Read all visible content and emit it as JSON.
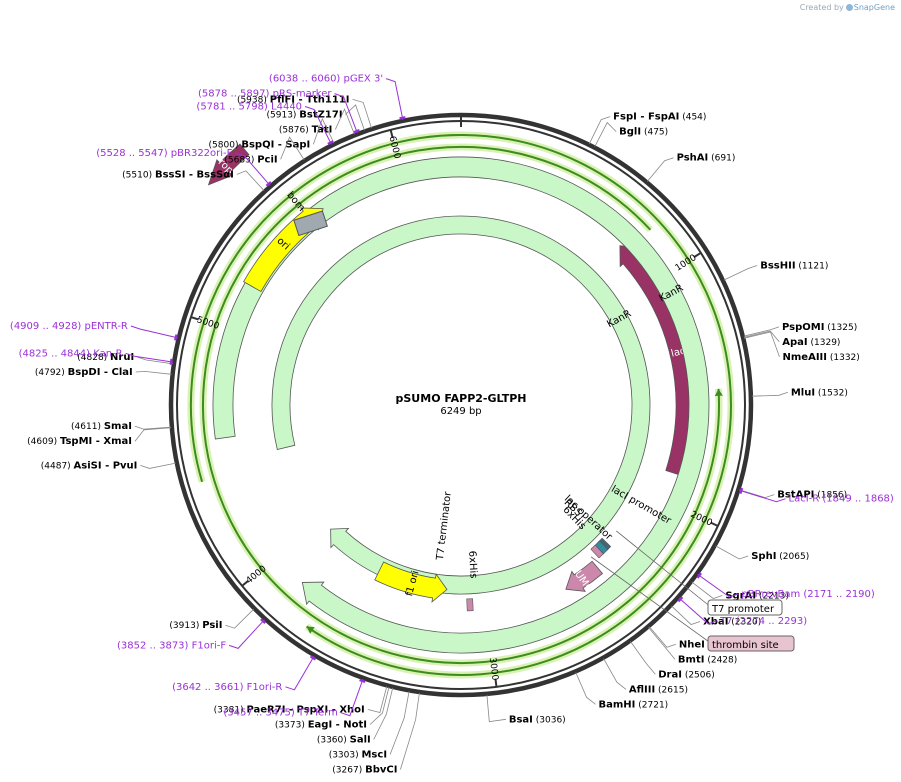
{
  "credit": {
    "prefix": "Created by",
    "brand": "SnapGene"
  },
  "plasmid": {
    "name": "pSUMO FAPP2-GLTPH",
    "length_label": "6249 bp",
    "length": 6249
  },
  "colors": {
    "site": "#000000",
    "primer": "#9b30d9",
    "kanR": "#c9f7c8",
    "ori": "#ffff00",
    "lacI": "#993366",
    "rop": "#993366",
    "sumo": "#cc88aa",
    "bom": "#a0a8b0",
    "orf_green": "#3c8c1e",
    "orf_orange": "#f0a030"
  },
  "ticks": [
    {
      "pos": 1000,
      "label": "1000"
    },
    {
      "pos": 2000,
      "label": "2000"
    },
    {
      "pos": 3000,
      "label": "3000"
    },
    {
      "pos": 4000,
      "label": "4000"
    },
    {
      "pos": 5000,
      "label": "5000"
    },
    {
      "pos": 6000,
      "label": "6000"
    }
  ],
  "sites": [
    {
      "name": "FspI",
      "extra": "FspAI",
      "coord": "(454)",
      "pos": 454,
      "side": "r"
    },
    {
      "name": "BglI",
      "coord": "(475)",
      "pos": 475,
      "side": "r"
    },
    {
      "name": "PshAI",
      "coord": "(691)",
      "pos": 691,
      "side": "r"
    },
    {
      "name": "BssHII",
      "coord": "(1121)",
      "pos": 1121,
      "side": "r"
    },
    {
      "name": "PspOMI",
      "coord": "(1325)",
      "pos": 1325,
      "side": "r"
    },
    {
      "name": "ApaI",
      "coord": "(1329)",
      "pos": 1329,
      "side": "r"
    },
    {
      "name": "NmeAIII",
      "coord": "(1332)",
      "pos": 1332,
      "side": "r"
    },
    {
      "name": "MluI",
      "coord": "(1532)",
      "pos": 1532,
      "side": "r"
    },
    {
      "name": "BstAPI",
      "coord": "(1856)",
      "pos": 1856,
      "side": "r"
    },
    {
      "name": "SphI",
      "coord": "(2065)",
      "pos": 2065,
      "side": "r"
    },
    {
      "name": "SgrAI",
      "coord": "(2213)",
      "pos": 2213,
      "side": "r"
    },
    {
      "name": "XbaI",
      "coord": "(2320)",
      "pos": 2320,
      "side": "r"
    },
    {
      "name": "NheI",
      "coord": "(2424)",
      "pos": 2424,
      "side": "r"
    },
    {
      "name": "BmtI",
      "coord": "(2428)",
      "pos": 2428,
      "side": "r"
    },
    {
      "name": "DraI",
      "coord": "(2506)",
      "pos": 2506,
      "side": "r"
    },
    {
      "name": "AflIII",
      "coord": "(2615)",
      "pos": 2615,
      "side": "r"
    },
    {
      "name": "BamHI",
      "coord": "(2721)",
      "pos": 2721,
      "side": "r"
    },
    {
      "name": "BsaI",
      "coord": "(3036)",
      "pos": 3036,
      "side": "r"
    },
    {
      "name": "BbvCI",
      "coord": "(3267)",
      "pos": 3267,
      "side": "l"
    },
    {
      "name": "MscI",
      "coord": "(3303)",
      "pos": 3303,
      "side": "l"
    },
    {
      "name": "SalI",
      "coord": "(3360)",
      "pos": 3360,
      "side": "l"
    },
    {
      "name": "EagI",
      "extra": "NotI",
      "coord": "(3373)",
      "pos": 3373,
      "side": "l"
    },
    {
      "name": "PaeR7I",
      "extra": "PspXI - XhoI",
      "coord": "(3381)",
      "pos": 3381,
      "side": "l"
    },
    {
      "name": "PsiI",
      "coord": "(3913)",
      "pos": 3913,
      "side": "l"
    },
    {
      "name": "AsiSI",
      "extra": "PvuI",
      "coord": "(4487)",
      "pos": 4487,
      "side": "l"
    },
    {
      "name": "TspMI",
      "extra": "XmaI",
      "coord": "(4609)",
      "pos": 4609,
      "side": "l"
    },
    {
      "name": "SmaI",
      "coord": "(4611)",
      "pos": 4611,
      "side": "l"
    },
    {
      "name": "BspDI",
      "extra": "ClaI",
      "coord": "(4792)",
      "pos": 4792,
      "side": "l"
    },
    {
      "name": "NruI",
      "coord": "(4828)",
      "pos": 4828,
      "side": "l"
    },
    {
      "name": "BssSI",
      "extra": "BssSαI",
      "coord": "(5510)",
      "pos": 5510,
      "side": "l"
    },
    {
      "name": "PciI",
      "coord": "(5683)",
      "pos": 5683,
      "side": "l"
    },
    {
      "name": "BspQI",
      "extra": "SapI",
      "coord": "(5800)",
      "pos": 5800,
      "side": "l"
    },
    {
      "name": "TatI",
      "coord": "(5876)",
      "pos": 5876,
      "side": "l"
    },
    {
      "name": "BstZ17I",
      "coord": "(5913)",
      "pos": 5913,
      "side": "l"
    },
    {
      "name": "PflFI",
      "extra": "Tth111I",
      "coord": "(5938)",
      "pos": 5938,
      "side": "l"
    }
  ],
  "primers": [
    {
      "name": "LacI-R",
      "coord": "(1849 .. 1868)",
      "pos": 1858,
      "side": "r"
    },
    {
      "name": "pBRrevBam",
      "coord": "(2171 .. 2190)",
      "pos": 2180,
      "side": "r"
    },
    {
      "name": "T7",
      "coord": "(2274 .. 2293)",
      "pos": 2283,
      "side": "r"
    },
    {
      "name": "F1ori-F",
      "coord": "(3852 .. 3873)",
      "pos": 3862,
      "side": "l"
    },
    {
      "name": "F1ori-R",
      "coord": "(3642 .. 3661)",
      "pos": 3651,
      "side": "l"
    },
    {
      "name": "T7 Term",
      "coord": "(3457 .. 3475)",
      "pos": 3466,
      "side": "l"
    },
    {
      "name": "pENTR-R",
      "coord": "(4909 .. 4928)",
      "pos": 4918,
      "side": "l"
    },
    {
      "name": "Kan-R",
      "coord": "(4825 .. 4844)",
      "pos": 4834,
      "side": "l"
    },
    {
      "name": "pBR322ori-F",
      "coord": "(5528 .. 5547)",
      "pos": 5537,
      "side": "l"
    },
    {
      "name": "L4440",
      "coord": "(5781 .. 5798)",
      "pos": 5790,
      "side": "l"
    },
    {
      "name": "pRS-marker",
      "coord": "(5878 .. 5897)",
      "pos": 5887,
      "side": "l"
    },
    {
      "name": "pGEX 3'",
      "coord": "(6038 .. 6060)",
      "pos": 6049,
      "side": "l"
    }
  ],
  "boxed_labels": [
    {
      "name": "T7 promoter",
      "pos": 2240
    },
    {
      "name": "thrombin site",
      "pos": 2420
    }
  ],
  "features": [
    {
      "name": "lacI",
      "start": 1870,
      "end": 780,
      "dir": "ccw",
      "r": 225,
      "w": 20,
      "color": "#993366",
      "label_color": "#ffffff"
    },
    {
      "name": "rop",
      "start": 5550,
      "end": 5400,
      "dir": "ccw",
      "r": 335,
      "w": 14,
      "color": "#993366",
      "label_color": "#ffffff"
    },
    {
      "name": "KanR",
      "start": 4550,
      "end": 3850,
      "dir": "cw",
      "r": 238,
      "w": 20,
      "color": "#c9f7c8",
      "label_color": "#000000"
    },
    {
      "name": "KanR",
      "start": 4450,
      "end": 3930,
      "dir": "cw",
      "r": 180,
      "w": 18,
      "color": "#c9f7c8",
      "label_color": "#000000"
    },
    {
      "name": "ori",
      "start": 5200,
      "end": 5640,
      "dir": "cw",
      "r": 240,
      "w": 20,
      "color": "#ffff00",
      "label_color": "#000000"
    },
    {
      "name": "f1 ori",
      "start": 3580,
      "end": 3200,
      "dir": "ccw",
      "r": 185,
      "w": 20,
      "color": "#ffff00",
      "label_color": "#000000"
    },
    {
      "name": "SUMO",
      "start": 2430,
      "end": 2610,
      "dir": "cw",
      "r": 212,
      "w": 16,
      "color": "#cc88aa",
      "label_color": "#ffffff"
    }
  ],
  "green_arcs": [
    {
      "start": 820,
      "end": 1500,
      "dir": "ccw",
      "r": 258
    },
    {
      "start": 2230,
      "end": 1500,
      "dir": "ccw",
      "r": 258
    },
    {
      "start": 4400,
      "end": 3730,
      "dir": "cw",
      "r": 270
    }
  ],
  "orange_arc": {
    "start": 2560,
    "end": 3340,
    "dir": "cw",
    "r": 234
  },
  "small_labels": [
    {
      "text": "bom",
      "pos": 5560,
      "r": 262
    },
    {
      "text": "T7 terminator",
      "pos": 3240,
      "r": 122
    },
    {
      "text": "6xHis",
      "pos": 3070,
      "r": 160
    },
    {
      "text": "RBS",
      "pos": 2320,
      "r": 152
    },
    {
      "text": "lac operator",
      "pos": 2300,
      "r": 170
    },
    {
      "text": "lacI promoter",
      "pos": 2080,
      "r": 206
    },
    {
      "text": "6xHis",
      "pos": 2360,
      "r": 160
    }
  ]
}
